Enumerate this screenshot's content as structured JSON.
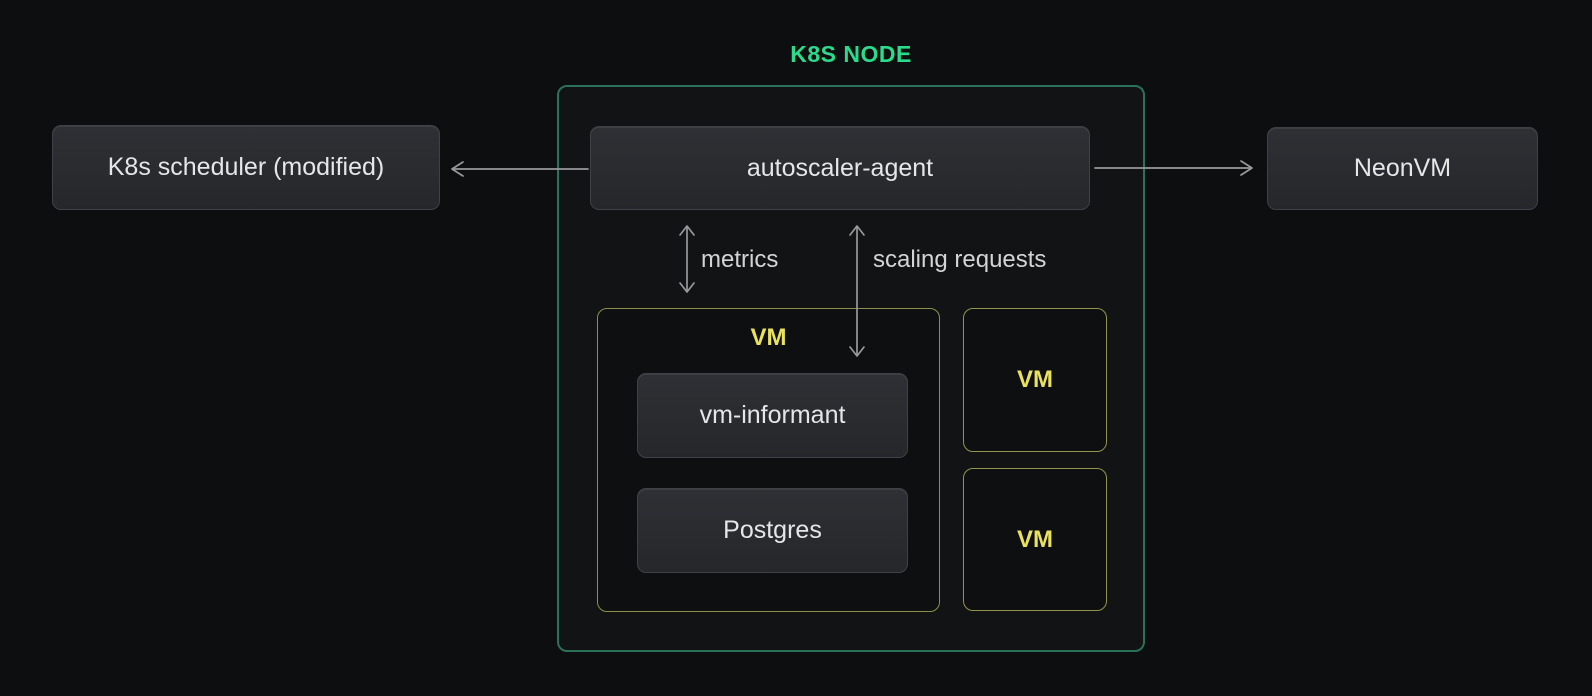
{
  "diagram": {
    "title": "K8S NODE",
    "nodes": {
      "scheduler": "K8s scheduler (modified)",
      "agent": "autoscaler-agent",
      "neonvm": "NeonVM",
      "vm_informant": "vm-informant",
      "postgres": "Postgres"
    },
    "edge_labels": {
      "metrics": "metrics",
      "scaling_requests": "scaling requests"
    },
    "vm_main": {
      "label": "VM"
    },
    "vm_small": [
      {
        "label": "VM"
      },
      {
        "label": "VM"
      }
    ],
    "colors": {
      "background": "#0d0e0f",
      "accent_green": "#2adb8c",
      "container_border_green": "#2b7157",
      "vm_yellow_text": "#eae25c",
      "vm_yellow_border": "#8f8f4b",
      "node_fill_top": "#2e3035",
      "node_fill_bottom": "#25272a",
      "node_text": "#e5e6e8",
      "arrow_gray": "#97999c"
    }
  }
}
